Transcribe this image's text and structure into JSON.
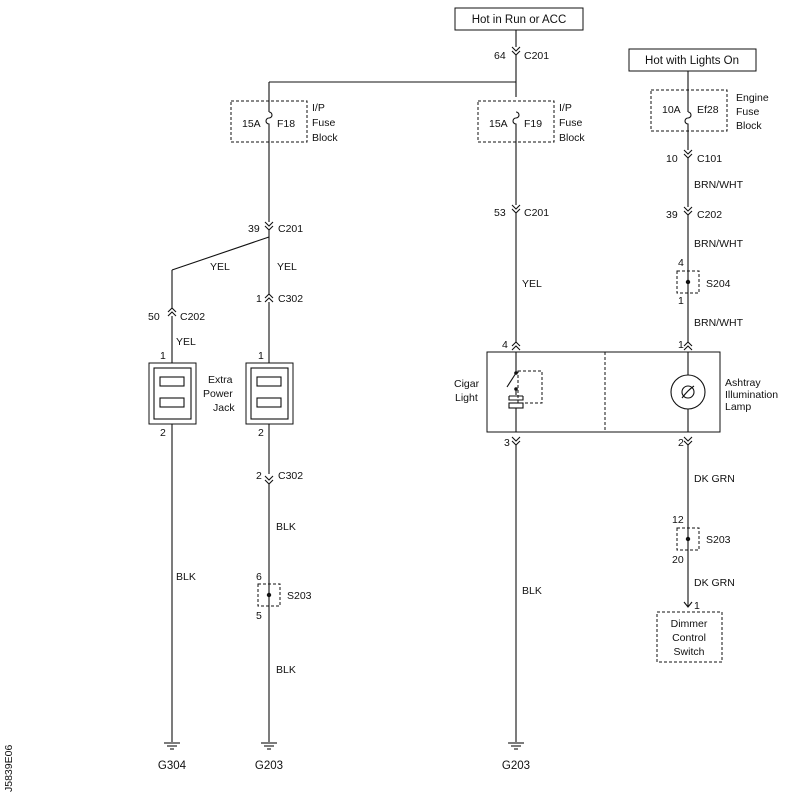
{
  "sources": {
    "run_acc": "Hot in Run or ACC",
    "lights_on": "Hot with Lights On"
  },
  "fuses": {
    "f18": {
      "amps": "15A",
      "id": "F18",
      "block": [
        "I/P",
        "Fuse",
        "Block"
      ]
    },
    "f19": {
      "amps": "15A",
      "id": "F19",
      "block": [
        "I/P",
        "Fuse",
        "Block"
      ]
    },
    "ef28": {
      "amps": "10A",
      "id": "Ef28",
      "block": [
        "Engine",
        "Fuse",
        "Block"
      ]
    }
  },
  "connectors": {
    "c201_top": {
      "pin": "64",
      "name": "C201"
    },
    "c201_left": {
      "pin": "39",
      "name": "C201"
    },
    "c201_mid": {
      "pin": "53",
      "name": "C201"
    },
    "c101": {
      "pin": "10",
      "name": "C101"
    },
    "c202_right": {
      "pin": "39",
      "name": "C202"
    },
    "c202_left": {
      "pin": "50",
      "name": "C202"
    },
    "c302_top": {
      "pin": "1",
      "name": "C302"
    },
    "c302_bottom": {
      "pin": "2",
      "name": "C302"
    }
  },
  "splices": {
    "s204": {
      "top": "4",
      "bottom": "1",
      "name": "S204"
    },
    "s203_left": {
      "top": "6",
      "bottom": "5",
      "name": "S203"
    },
    "s203_right": {
      "top": "12",
      "bottom": "20",
      "name": "S203"
    }
  },
  "wire_colors": {
    "yel": "YEL",
    "blk": "BLK",
    "brn_wht": "BRN/WHT",
    "dk_grn": "DK GRN"
  },
  "components": {
    "extra_power_jack": {
      "label": [
        "Extra",
        "Power",
        "Jack"
      ],
      "pin_top": "1",
      "pin_bottom": "2"
    },
    "jack_2": {
      "pin_top": "1",
      "pin_bottom": "2"
    },
    "cigar_light": {
      "label": [
        "Cigar",
        "Light"
      ],
      "pin_top": "4",
      "pin_bottom": "3"
    },
    "ashtray_lamp": {
      "label": [
        "Ashtray",
        "Illumination",
        "Lamp"
      ],
      "pin_top": "1",
      "pin_bottom": "2"
    },
    "dimmer_switch": {
      "label": [
        "Dimmer",
        "Control",
        "Switch"
      ],
      "pin": "1"
    }
  },
  "grounds": {
    "g304": "G304",
    "g203_left": "G203",
    "g203_mid": "G203"
  },
  "figure_id": "J5839E06"
}
